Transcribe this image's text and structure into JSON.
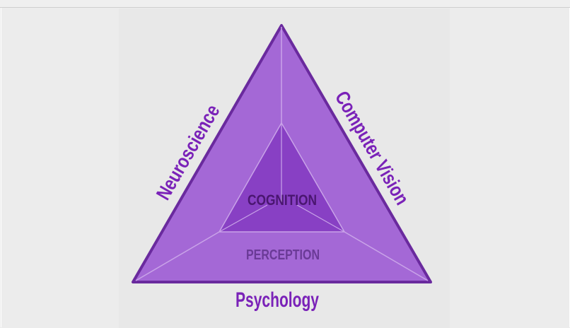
{
  "diagram": {
    "labels": {
      "left_side": "Neuroscience",
      "right_side": "Computer Vision",
      "bottom_side": "Psychology",
      "inner": "COGNITION",
      "outer": "PERCEPTION"
    },
    "colors": {
      "outer_fill": "#a468d6",
      "inner_fill": "#8840c4",
      "stroke": "#6a2a9e",
      "label": "#7a22b8",
      "inner_text": "#4a1670",
      "outer_text": "#6a3a96"
    }
  }
}
